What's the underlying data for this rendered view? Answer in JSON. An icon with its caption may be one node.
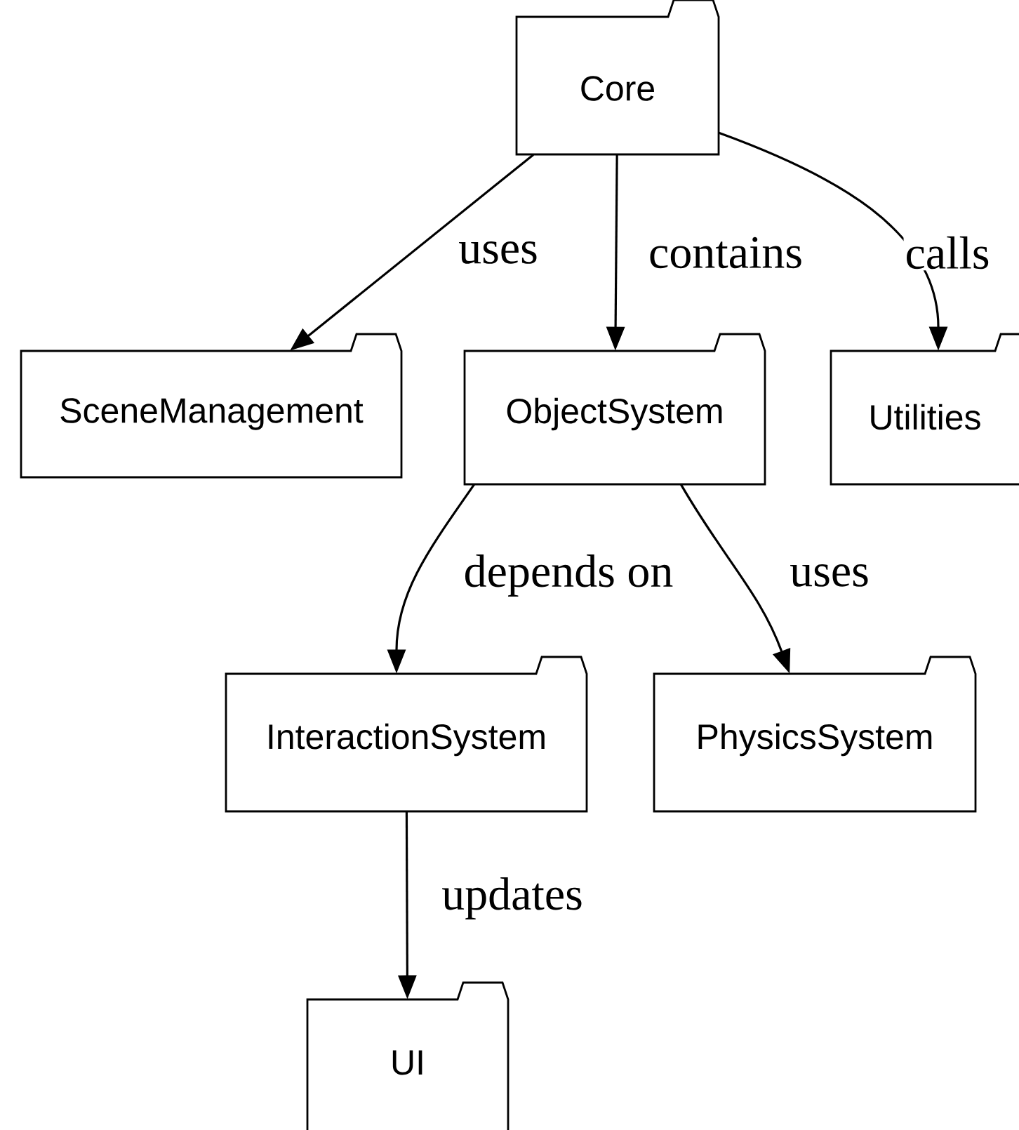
{
  "diagram": {
    "nodes": [
      {
        "text": [
          "Core"
        ]
      },
      {
        "text": [
          "SceneManagement"
        ]
      },
      {
        "text": [
          "ObjectSystem"
        ]
      },
      {
        "text": [
          "Utilities"
        ]
      },
      {
        "text": [
          "InteractionSystem"
        ]
      },
      {
        "text": [
          "PhysicsSystem"
        ]
      },
      {
        "text": [
          "UI"
        ]
      }
    ],
    "edges": [
      {
        "from": 0,
        "to": 1,
        "arrow": "to",
        "label": "uses"
      },
      {
        "from": 0,
        "to": 2,
        "arrow": "to",
        "label": "contains"
      },
      {
        "from": 0,
        "to": 3,
        "arrow": "to",
        "label": "calls"
      },
      {
        "from": 2,
        "to": 4,
        "arrow": "to",
        "label": "depends on"
      },
      {
        "from": 2,
        "to": 5,
        "arrow": "to",
        "label": "uses"
      },
      {
        "from": 4,
        "to": 6,
        "arrow": "to",
        "label": "updates"
      }
    ]
  }
}
